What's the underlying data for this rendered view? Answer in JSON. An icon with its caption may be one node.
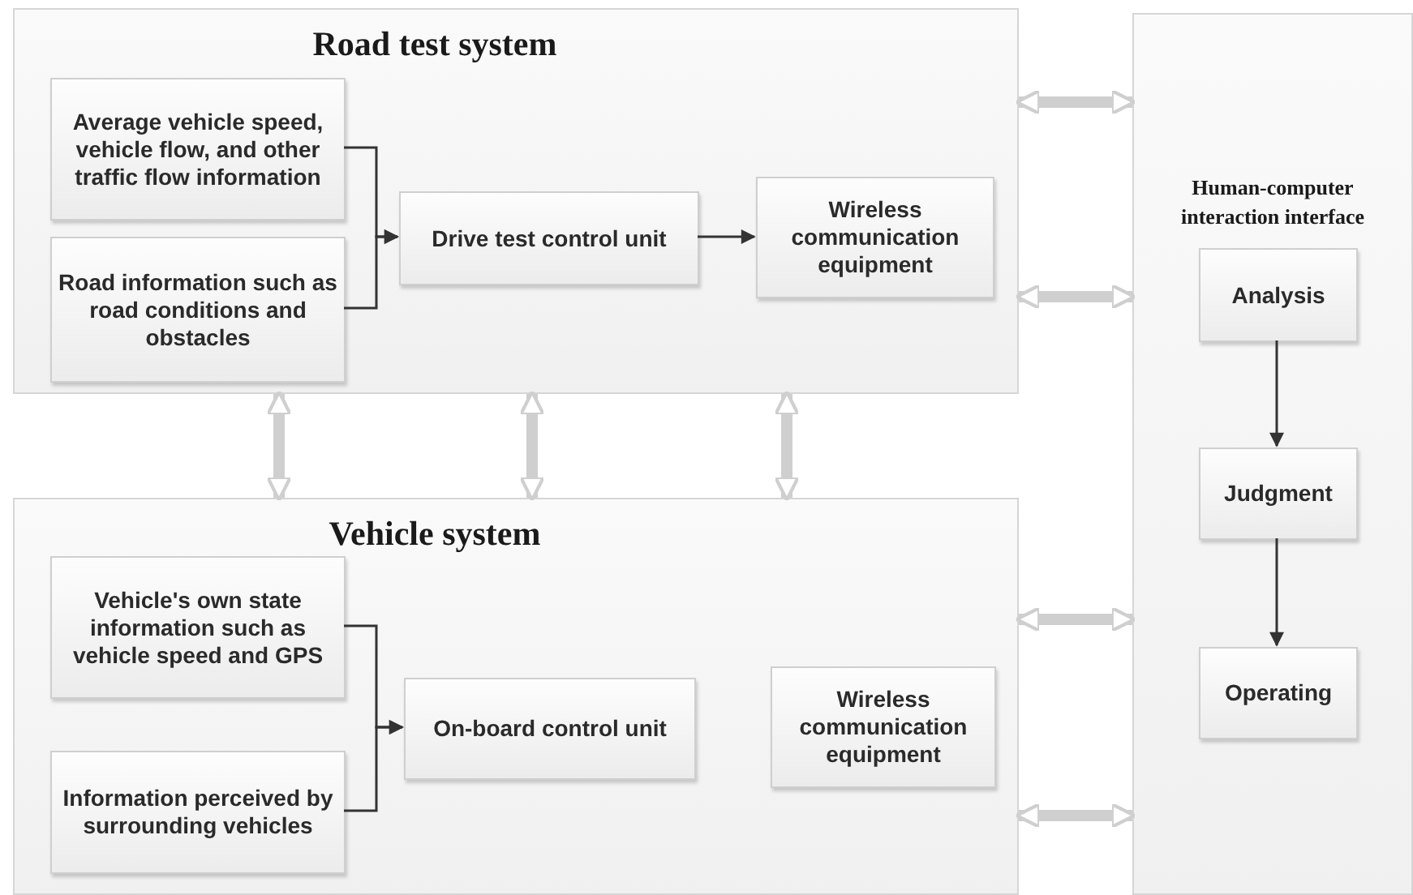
{
  "diagram": {
    "nodes": [
      {
        "text": [
          "Road test system"
        ]
      },
      {
        "text": [
          "Average vehicle speed, vehicle flow, and other traffic flow information"
        ],
        "in": 0
      },
      {
        "text": [
          "Road information such as road conditions and obstacles"
        ],
        "in": 0
      },
      {
        "text": [
          "Drive test control unit"
        ],
        "in": 0
      },
      {
        "text": [
          "Wireless communication equipment"
        ],
        "in": 0
      },
      {
        "text": [
          "Vehicle system"
        ]
      },
      {
        "text": [
          "Vehicle's own state information such as vehicle speed and GPS"
        ],
        "in": 5
      },
      {
        "text": [
          "Information perceived by surrounding vehicles"
        ],
        "in": 5
      },
      {
        "text": [
          "On-board control unit"
        ],
        "in": 5
      },
      {
        "text": [
          "Wireless communication equipment"
        ],
        "in": 5
      },
      {
        "text": [
          "Human-computer interaction interface"
        ]
      },
      {
        "text": [
          "Analysis"
        ],
        "in": 10
      },
      {
        "text": [
          "Judgment"
        ],
        "in": 10
      },
      {
        "text": [
          "Operating"
        ],
        "in": 10
      }
    ],
    "edges": [
      {
        "from": 1,
        "to": 3,
        "arrow": "to"
      },
      {
        "from": 2,
        "to": 3,
        "arrow": "to"
      },
      {
        "from": 3,
        "to": 4,
        "arrow": "to"
      },
      {
        "from": 0,
        "to": 5,
        "arrow": "both",
        "style": "thick",
        "color": "#cfcfcf"
      },
      {
        "from": 0,
        "to": 5,
        "arrow": "both",
        "style": "thick",
        "color": "#cfcfcf"
      },
      {
        "from": 0,
        "to": 5,
        "arrow": "both",
        "style": "thick",
        "color": "#cfcfcf"
      },
      {
        "from": 0,
        "to": 10,
        "arrow": "both",
        "style": "thick",
        "color": "#cfcfcf"
      },
      {
        "from": 0,
        "to": 10,
        "arrow": "both",
        "style": "thick",
        "color": "#cfcfcf"
      },
      {
        "from": 6,
        "to": 8,
        "arrow": "to"
      },
      {
        "from": 7,
        "to": 8,
        "arrow": "to"
      },
      {
        "from": 5,
        "to": 10,
        "arrow": "both",
        "style": "thick",
        "color": "#cfcfcf"
      },
      {
        "from": 5,
        "to": 10,
        "arrow": "both",
        "style": "thick",
        "color": "#cfcfcf"
      },
      {
        "from": 11,
        "to": 12,
        "arrow": "to"
      },
      {
        "from": 12,
        "to": 13,
        "arrow": "to"
      }
    ]
  }
}
